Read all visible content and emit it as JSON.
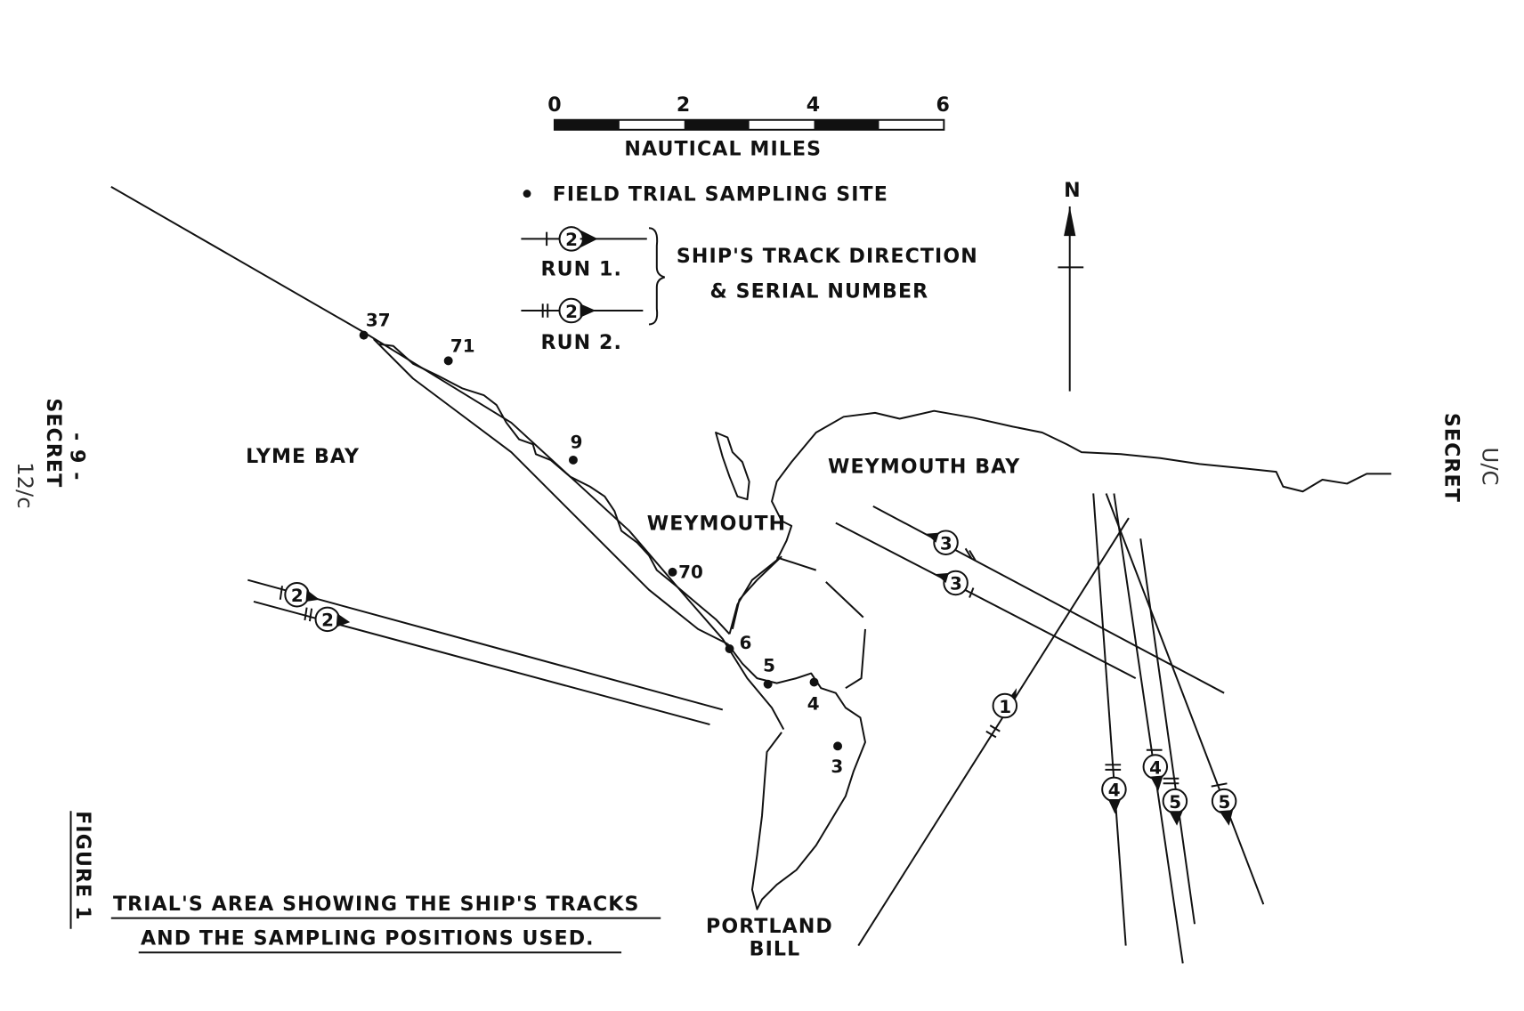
{
  "scale_bar": {
    "ticks": [
      "0",
      "2",
      "4",
      "6"
    ],
    "unit_label": "NAUTICAL MILES"
  },
  "legend": {
    "site_label": "FIELD TRIAL SAMPLING SITE",
    "run1_label": "RUN 1.",
    "run2_label": "RUN 2.",
    "example_serial": "2",
    "track_label_line1": "SHIP'S TRACK DIRECTION",
    "track_label_line2": "& SERIAL NUMBER"
  },
  "north_label": "N",
  "places": {
    "lyme_bay": "LYME BAY",
    "weymouth_bay": "WEYMOUTH BAY",
    "weymouth": "WEYMOUTH",
    "portland_bill_1": "PORTLAND",
    "portland_bill_2": "BILL"
  },
  "sites": [
    {
      "id": "37"
    },
    {
      "id": "71"
    },
    {
      "id": "9"
    },
    {
      "id": "70"
    },
    {
      "id": "6"
    },
    {
      "id": "5"
    },
    {
      "id": "4"
    },
    {
      "id": "3"
    }
  ],
  "tracks": [
    {
      "serial": "1"
    },
    {
      "serial": "2"
    },
    {
      "serial": "2"
    },
    {
      "serial": "3"
    },
    {
      "serial": "3"
    },
    {
      "serial": "4"
    },
    {
      "serial": "4"
    },
    {
      "serial": "5"
    },
    {
      "serial": "5"
    }
  ],
  "caption": {
    "figure": "FIGURE 1",
    "line1": "TRIAL'S AREA SHOWING THE SHIP'S TRACKS",
    "line2": "AND THE SAMPLING POSITIONS USED."
  },
  "margin": {
    "page_number": "- 9 -",
    "secret_left": "SECRET",
    "secret_right": "SECRET",
    "handwritten_left": "12/c",
    "handwritten_right": "U/C"
  }
}
